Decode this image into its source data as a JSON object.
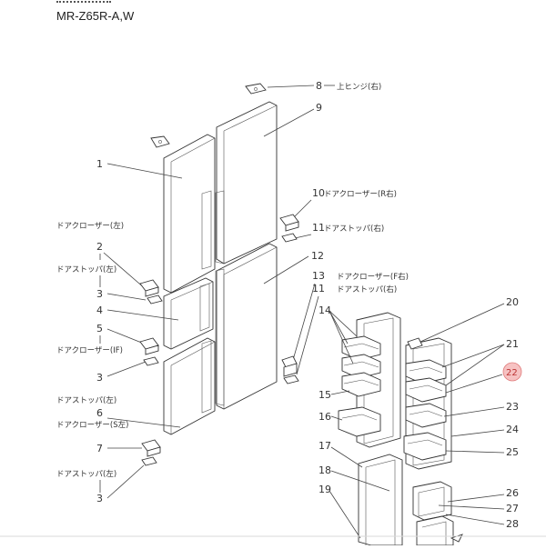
{
  "header": {
    "model": "MR-Z65R-A,W"
  },
  "callouts": {
    "n1": "1",
    "n2": "2",
    "n3a": "3",
    "n3b": "3",
    "n3c": "3",
    "n4": "4",
    "n5": "5",
    "n6": "6",
    "n7": "7",
    "n8": "8",
    "n9": "9",
    "n10": "10",
    "n11a": "11",
    "n11b": "11",
    "n12": "12",
    "n13": "13",
    "n14": "14",
    "n15": "15",
    "n16": "16",
    "n17": "17",
    "n18": "18",
    "n19": "19",
    "n20": "20",
    "n21": "21",
    "n22": "22",
    "n23": "23",
    "n24": "24",
    "n25": "25",
    "n26": "26",
    "n27": "27",
    "n28": "28"
  },
  "labels": {
    "hinge_right": "上ヒンジ(右)",
    "door_closer_r_right": "ドアクローザー(R右)",
    "door_stopper_right": "ドアストッパ(右)",
    "door_closer_left": "ドアクローザー(左)",
    "door_stopper_left_1": "ドアストッパ(左)",
    "door_closer_if": "ドアクローザー(IF)",
    "door_stopper_left_2": "ドアストッパ(左)",
    "door_closer_s_left": "ドアクローザー(S左)",
    "door_stopper_left_3": "ドアストッパ(左)",
    "door_closer_f_right": "ドアクローザー(F右)",
    "door_stopper_right_2": "ドアストッパ(右)"
  },
  "highlight": {
    "part": "22",
    "color": "#f6c2c2"
  }
}
